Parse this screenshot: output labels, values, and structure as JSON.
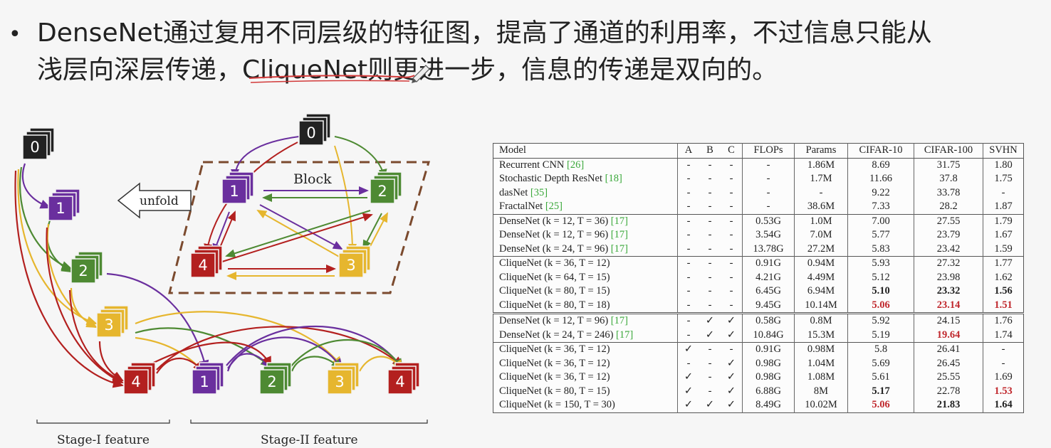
{
  "slide": {
    "bullet": "•",
    "line1": "DenseNet通过复用不同层级的特征图，提高了通道的利用率，不过信息只能从",
    "line2": "浅层向深层传递，CliqueNet则更进一步，信息的传递是双向的。"
  },
  "diagram": {
    "block_label": "Block",
    "unfold_label": "unfold",
    "stage1_label": "Stage-I feature",
    "stage2_label": "Stage-II feature",
    "node_labels": [
      "0",
      "1",
      "2",
      "3",
      "4"
    ],
    "colors": {
      "node0": "#222222",
      "node1": "#6a2f9e",
      "node2": "#4e8a33",
      "node3": "#e6b62e",
      "node4": "#b3201f",
      "block_border": "#7b4a2e"
    }
  },
  "table": {
    "headers": [
      "Model",
      "A",
      "B",
      "C",
      "FLOPs",
      "Params",
      "CIFAR-10",
      "CIFAR-100",
      "SVHN"
    ],
    "rows": [
      {
        "model": "Recurrent CNN ",
        "ref": "[26]",
        "a": "-",
        "b": "-",
        "c": "-",
        "flops": "-",
        "params": "1.86M",
        "c10": "8.69",
        "c100": "31.75",
        "svhn": "1.80",
        "style": "sep"
      },
      {
        "model": "Stochastic Depth ResNet ",
        "ref": "[18]",
        "a": "-",
        "b": "-",
        "c": "-",
        "flops": "-",
        "params": "1.7M",
        "c10": "11.66",
        "c100": "37.8",
        "svhn": "1.75"
      },
      {
        "model": "dasNet ",
        "ref": "[35]",
        "a": "-",
        "b": "-",
        "c": "-",
        "flops": "-",
        "params": "-",
        "c10": "9.22",
        "c100": "33.78",
        "svhn": "-"
      },
      {
        "model": "FractalNet ",
        "ref": "[25]",
        "a": "-",
        "b": "-",
        "c": "-",
        "flops": "-",
        "params": "38.6M",
        "c10": "7.33",
        "c100": "28.2",
        "svhn": "1.87"
      },
      {
        "model": "DenseNet (k = 12, T = 36) ",
        "ref": "[17]",
        "a": "-",
        "b": "-",
        "c": "-",
        "flops": "0.53G",
        "params": "1.0M",
        "c10": "7.00",
        "c100": "27.55",
        "svhn": "1.79",
        "style": "sep"
      },
      {
        "model": "DenseNet (k = 12, T = 96) ",
        "ref": "[17]",
        "a": "-",
        "b": "-",
        "c": "-",
        "flops": "3.54G",
        "params": "7.0M",
        "c10": "5.77",
        "c100": "23.79",
        "svhn": "1.67"
      },
      {
        "model": "DenseNet (k = 24, T = 96) ",
        "ref": "[17]",
        "a": "-",
        "b": "-",
        "c": "-",
        "flops": "13.78G",
        "params": "27.2M",
        "c10": "5.83",
        "c100": "23.42",
        "svhn": "1.59"
      },
      {
        "model": "CliqueNet (k = 36, T = 12)",
        "ref": "",
        "a": "-",
        "b": "-",
        "c": "-",
        "flops": "0.91G",
        "params": "0.94M",
        "c10": "5.93",
        "c100": "27.32",
        "svhn": "1.77",
        "style": "sep"
      },
      {
        "model": "CliqueNet (k = 64, T = 15)",
        "ref": "",
        "a": "-",
        "b": "-",
        "c": "-",
        "flops": "4.21G",
        "params": "4.49M",
        "c10": "5.12",
        "c100": "23.98",
        "svhn": "1.62"
      },
      {
        "model": "CliqueNet (k = 80, T = 15)",
        "ref": "",
        "a": "-",
        "b": "-",
        "c": "-",
        "flops": "6.45G",
        "params": "6.94M",
        "c10": "5.10",
        "c100": "23.32",
        "svhn": "1.56",
        "emph": {
          "c10": "bold",
          "c100": "bold",
          "svhn": "bold"
        }
      },
      {
        "model": "CliqueNet (k = 80, T = 18)",
        "ref": "",
        "a": "-",
        "b": "-",
        "c": "-",
        "flops": "9.45G",
        "params": "10.14M",
        "c10": "5.06",
        "c100": "23.14",
        "svhn": "1.51",
        "emph": {
          "c10": "red",
          "c100": "red",
          "svhn": "red"
        }
      },
      {
        "model": "DenseNet (k = 12, T = 96) ",
        "ref": "[17]",
        "a": "-",
        "b": "✓",
        "c": "✓",
        "flops": "0.58G",
        "params": "0.8M",
        "c10": "5.92",
        "c100": "24.15",
        "svhn": "1.76",
        "style": "dsep"
      },
      {
        "model": "DenseNet (k = 24, T = 246) ",
        "ref": "[17]",
        "a": "-",
        "b": "✓",
        "c": "✓",
        "flops": "10.84G",
        "params": "15.3M",
        "c10": "5.19",
        "c100": "19.64",
        "svhn": "1.74",
        "emph": {
          "c100": "red"
        }
      },
      {
        "model": "CliqueNet (k = 36, T = 12)",
        "ref": "",
        "a": "✓",
        "b": "-",
        "c": "-",
        "flops": "0.91G",
        "params": "0.98M",
        "c10": "5.8",
        "c100": "26.41",
        "svhn": "-",
        "style": "sep"
      },
      {
        "model": "CliqueNet (k = 36, T = 12)",
        "ref": "",
        "a": "-",
        "b": "-",
        "c": "✓",
        "flops": "0.98G",
        "params": "1.04M",
        "c10": "5.69",
        "c100": "26.45",
        "svhn": "-"
      },
      {
        "model": "CliqueNet (k = 36, T = 12)",
        "ref": "",
        "a": "✓",
        "b": "-",
        "c": "✓",
        "flops": "0.98G",
        "params": "1.08M",
        "c10": "5.61",
        "c100": "25.55",
        "svhn": "1.69"
      },
      {
        "model": "CliqueNet (k = 80, T = 15)",
        "ref": "",
        "a": "✓",
        "b": "-",
        "c": "✓",
        "flops": "6.88G",
        "params": "8M",
        "c10": "5.17",
        "c100": "22.78",
        "svhn": "1.53",
        "emph": {
          "c10": "bold",
          "svhn": "red"
        }
      },
      {
        "model": "CliqueNet (k = 150, T = 30)",
        "ref": "",
        "a": "✓",
        "b": "✓",
        "c": "✓",
        "flops": "8.49G",
        "params": "10.02M",
        "c10": "5.06",
        "c100": "21.83",
        "svhn": "1.64",
        "emph": {
          "c10": "red",
          "c100": "bold",
          "svhn": "bold"
        }
      }
    ]
  }
}
